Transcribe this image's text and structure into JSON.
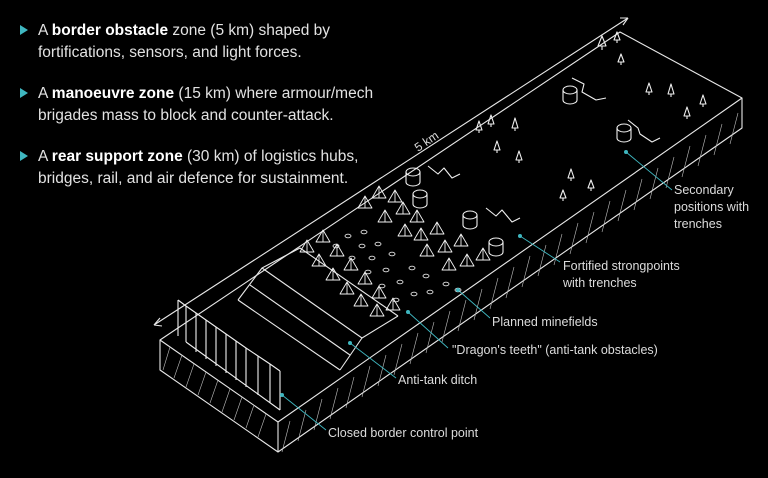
{
  "bullets": [
    {
      "pre": "A ",
      "bold": "border obstacle",
      "line1_rest": " zone (5 km) shaped by",
      "line2": "fortifications, sensors, and light forces."
    },
    {
      "pre": "A ",
      "bold": "manoeuvre zone",
      "line1_rest": " (15 km) where armour/mech",
      "line2": "brigades mass to block and counter-attack."
    },
    {
      "pre": "A ",
      "bold": "rear support zone",
      "line1_rest": " (30 km) of logistics hubs,",
      "line2": "bridges, rail, and air defence for sustainment."
    }
  ],
  "dimension_label": "5 km",
  "labels": {
    "secondary_1": "Secondary",
    "secondary_2": "positions with",
    "secondary_3": "trenches",
    "fortified_1": "Fortified strongpoints",
    "fortified_2": "with trenches",
    "minefields": "Planned minefields",
    "dragons_teeth": "\"Dragon's teeth\" (anti-tank obstacles)",
    "ditch": "Anti-tank ditch",
    "border": "Closed border control point"
  },
  "colors": {
    "accent": "#3fb7c0",
    "line": "#e8e8e8",
    "background": "#000000"
  }
}
